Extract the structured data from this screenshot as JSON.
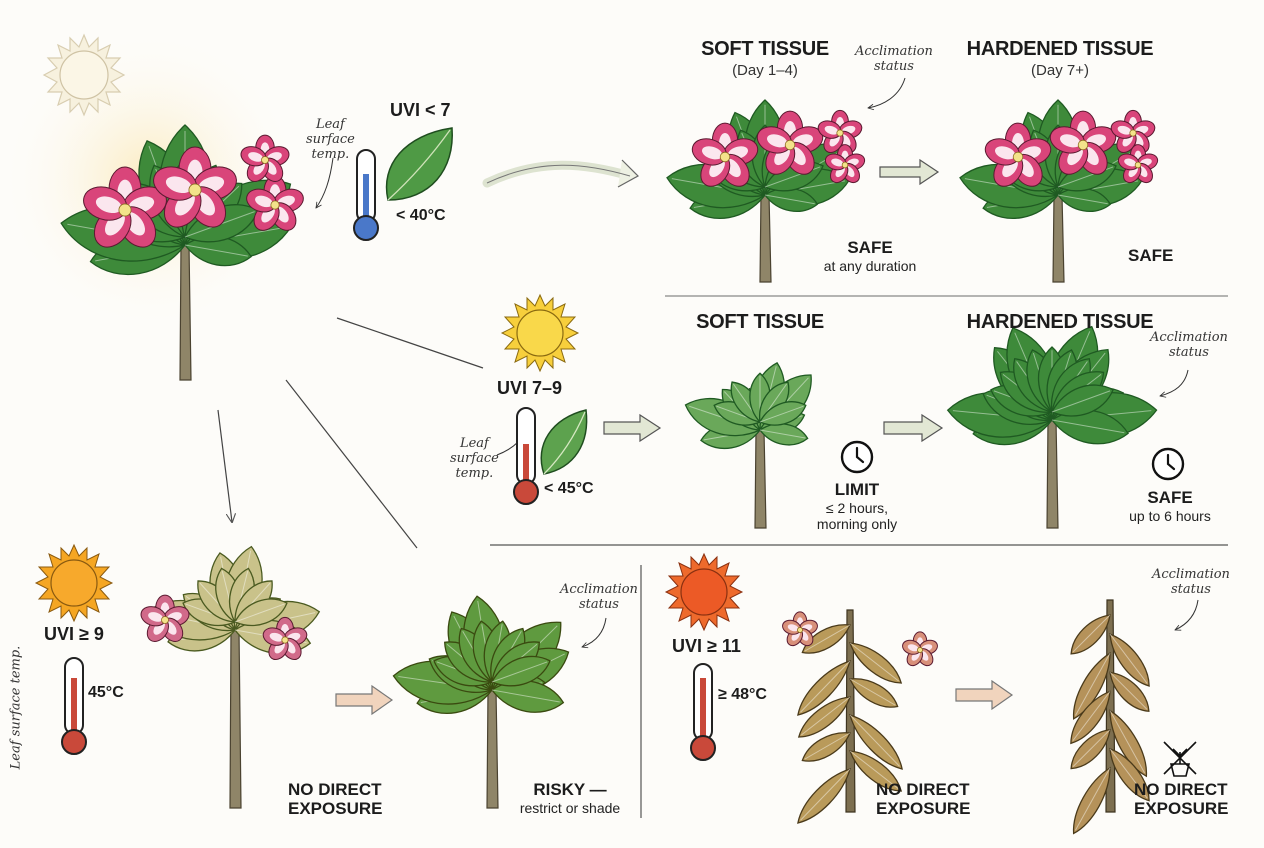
{
  "colors": {
    "leaf": "#3e8a3a",
    "leaf_dark": "#1f5a22",
    "flower": "#d9457a",
    "stem": "#8f8568",
    "therm_blue": "#4a78c9",
    "therm_red": "#c9493a",
    "sun_pale": "#f5f0dd",
    "sun_yellow": "#f2c534",
    "sun_orange": "#f19a2a",
    "sun_red": "#e9572a",
    "wilt": "#b99a5a",
    "arrow": "#e8d2bd"
  },
  "low": {
    "uvi": "UVI < 7",
    "temp": "< 40°C",
    "leaf_label": [
      "Leaf",
      "surface",
      "temp."
    ],
    "soft": {
      "title": "SOFT TISSUE",
      "subtitle": "(Day 1–4)",
      "status": "SAFE",
      "note": "at any duration"
    },
    "hard": {
      "title": "HARDENED TISSUE",
      "subtitle": "(Day 7+)",
      "status": "SAFE"
    },
    "acclimation": [
      "Acclimation",
      "status"
    ]
  },
  "mid": {
    "uvi": "UVI 7–9",
    "temp": "< 45°C",
    "leaf_label": [
      "Leaf",
      "surface",
      "temp."
    ],
    "soft": {
      "title": "SOFT TISSUE",
      "status": "LIMIT",
      "note": [
        "≤ 2 hours,",
        "morning only"
      ]
    },
    "hard": {
      "title": "HARDENED TISSUE",
      "status": "SAFE",
      "note": "up to 6 hours"
    },
    "acclimation": [
      "Acclimation",
      "status"
    ]
  },
  "high": {
    "uvi": "UVI ≥ 9",
    "temp": "45°C",
    "leaf_label": "Leaf surface temp.",
    "soft": {
      "status": [
        "NO DIRECT",
        "EXPOSURE"
      ]
    },
    "hard": {
      "status": "RISKY —",
      "note": "restrict or shade"
    },
    "acclimation": [
      "Acclimation",
      "status"
    ]
  },
  "extreme": {
    "uvi": "UVI ≥ 11",
    "temp": "≥ 48°C",
    "soft": {
      "status": [
        "NO DIRECT",
        "EXPOSURE"
      ]
    },
    "hard": {
      "status": [
        "NO DIRECT",
        "EXPOSURE"
      ]
    },
    "acclimation": [
      "Acclimation",
      "status"
    ]
  },
  "icons": [
    "sun-icon",
    "thermometer-icon",
    "leaf-icon",
    "clock-icon",
    "no-sun-plant-icon"
  ]
}
